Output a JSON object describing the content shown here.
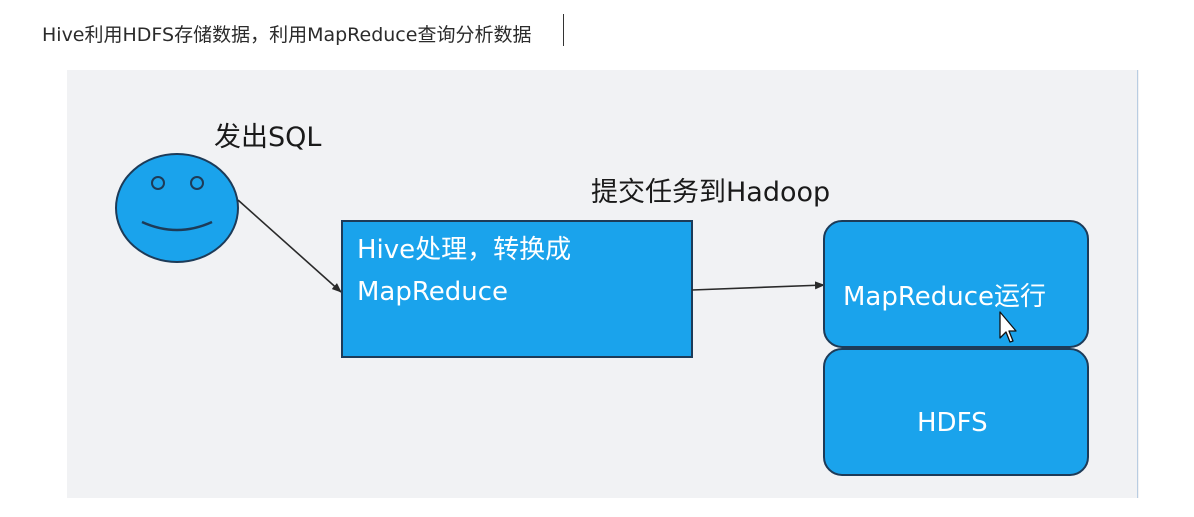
{
  "heading": "Hive利用HDFS存储数据，利用MapReduce查询分析数据",
  "colors": {
    "node_fill": "#1aa3ec",
    "node_stroke": "#1d3b58",
    "slide_bg": "#f1f2f4",
    "arrow": "#2a2a2a"
  },
  "diagram": {
    "user_icon": "smiley-face-icon",
    "user_label": "发出SQL",
    "hive_box": {
      "line1": "Hive处理，转换成",
      "line2": "MapReduce"
    },
    "edge_label": "提交任务到Hadoop",
    "mapreduce_box": "MapReduce运行",
    "hdfs_box": "HDFS"
  },
  "cursor_icon": "mouse-pointer-icon"
}
